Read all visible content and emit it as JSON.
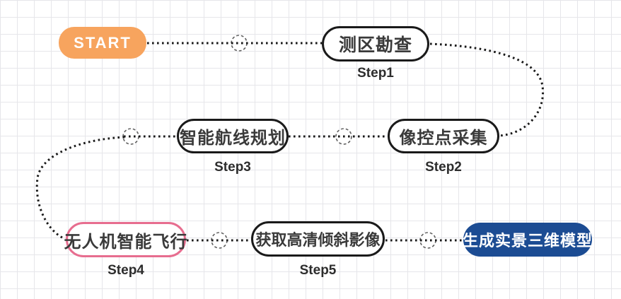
{
  "diagram": {
    "kind": "flowchart",
    "nodes": [
      {
        "id": "start",
        "label": "START",
        "kind": "start"
      },
      {
        "id": "survey",
        "label": "测区勘查",
        "step": "Step1"
      },
      {
        "id": "gcp",
        "label": "像控点采集",
        "step": "Step2"
      },
      {
        "id": "route",
        "label": "智能航线规划",
        "step": "Step3"
      },
      {
        "id": "flight",
        "label": "无人机智能飞行",
        "step": "Step4"
      },
      {
        "id": "imagery",
        "label": "获取高清倾斜影像",
        "step": "Step5"
      },
      {
        "id": "model",
        "label": "生成实景三维模型",
        "kind": "end"
      }
    ],
    "flow_order": [
      "START",
      "测区勘查",
      "像控点采集",
      "智能航线规划",
      "无人机智能飞行",
      "获取高清倾斜影像",
      "生成实景三维模型"
    ]
  },
  "colors": {
    "start_fill": "#F7A45E",
    "node_border": "#1a1a1a",
    "pink_border": "#E76D8F",
    "end_fill": "#1C4C93",
    "node_text": "#3a3a3a",
    "step_text": "#2d2d2d",
    "dot_color": "#1a1a1a",
    "grid_color": "#e6e6ea"
  }
}
